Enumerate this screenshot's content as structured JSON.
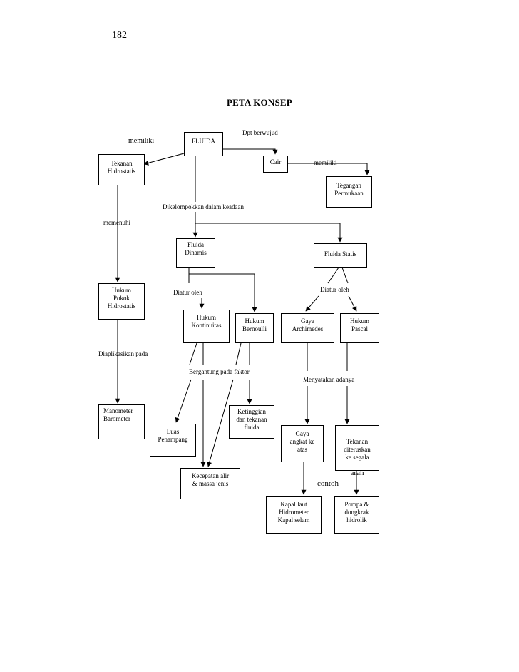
{
  "page": {
    "number": "182",
    "title": "PETA KONSEP"
  },
  "nodes": {
    "fluida": "FLUIDA",
    "tekanan_hidrostatis": "Tekanan\nHidrostatis",
    "cair": "Cair",
    "tegangan_permukaan": "Tegangan\nPermukaan",
    "fluida_dinamis": "Fluida\nDinamis",
    "fluida_statis": "Fluida Statis",
    "hukum_pokok_hidrostatis": "Hukum\nPokok\nHidrostatis",
    "hukum_kontinuitas": "Hukum\nKontinuitas",
    "hukum_bernoulli": "Hukum\nBernoulli",
    "gaya_archimedes": "Gaya\nArchimedes",
    "hukum_pascal": "Hukum\nPascal",
    "manometer_barometer": "Manometer\nBarometer",
    "ketinggian": "Ketinggian\ndan tekanan\nfluida",
    "luas_penampang": "Luas\nPenampang",
    "gaya_angkat": "Gaya\nangkat ke\natas",
    "tekanan_diteruskan_lines": "Tekanan\nditeruskan\nke segala",
    "tekanan_diteruskan_last": "arah",
    "kecepatan_alir": "Kecepatan alir\n& massa jenis",
    "kapal": "Kapal laut\nHidrometer\nKapal selam",
    "pompa": "Pompa &\ndongkrak\nhidrolik"
  },
  "labels": {
    "memiliki_left": "memiliki",
    "dpt_berwujud": "Dpt berwujud",
    "memiliki_right": "memiliki",
    "dikelompokkan": "Dikelompokkan dalam keadaan",
    "memenuhi": "memenuhi",
    "diatur_oleh_left": "Diatur oleh",
    "diatur_oleh_right": "Diatur oleh",
    "diaplikasikan": "Diaplikasikan pada",
    "bergantung": "Bergantung pada faktor",
    "menyatakan": "Menyatakan adanya",
    "contoh": "contoh"
  },
  "colors": {
    "line": "#000000",
    "background": "#ffffff"
  }
}
